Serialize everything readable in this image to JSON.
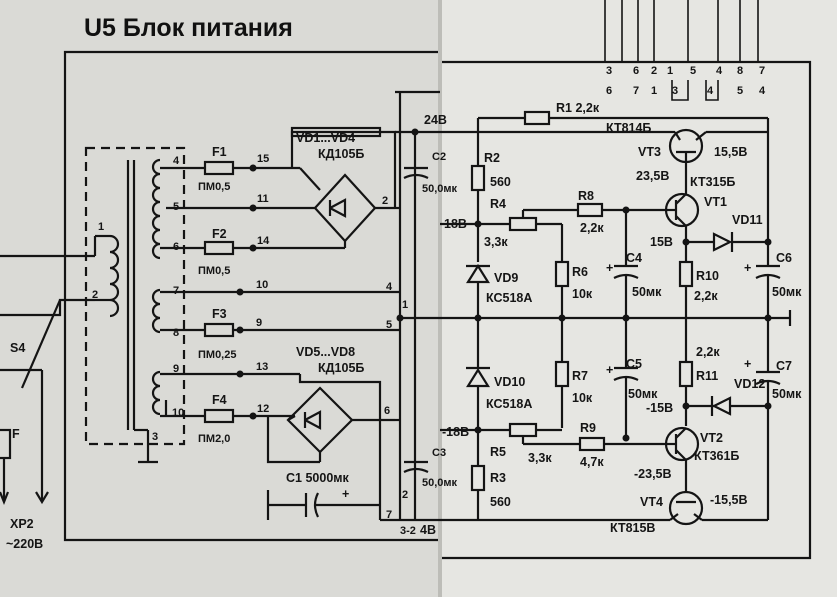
{
  "title": "U5 Блок питания",
  "connector_top": {
    "pins_upper": [
      "3",
      "6",
      "2",
      "1",
      "5",
      "4",
      "8",
      "7"
    ],
    "pins_lower": [
      "6",
      "7",
      "1",
      "3",
      "4",
      "5",
      "4"
    ]
  },
  "transformer": {
    "pins": [
      "1",
      "2",
      "3",
      "4",
      "5",
      "6",
      "7",
      "8",
      "9",
      "10"
    ]
  },
  "fuses": [
    {
      "ref": "F1",
      "rating": "ПМ0,5"
    },
    {
      "ref": "F2",
      "rating": "ПМ0,5"
    },
    {
      "ref": "F3",
      "rating": "ПМ0,25"
    },
    {
      "ref": "F4",
      "rating": "ПМ2,0"
    }
  ],
  "net_numbers": [
    "15",
    "11",
    "14",
    "10",
    "9",
    "13",
    "12"
  ],
  "bridges": [
    {
      "ref": "VD1...VD4",
      "type": "КД105Б",
      "out": "2"
    },
    {
      "ref": "VD5...VD8",
      "type": "КД105Б",
      "out": "6"
    }
  ],
  "caps": [
    {
      "ref": "C1",
      "value": "5000мк"
    },
    {
      "ref": "C2",
      "value": "50,0мк"
    },
    {
      "ref": "C3",
      "value": "50,0мк"
    },
    {
      "ref": "C4",
      "value": "50мк"
    },
    {
      "ref": "C5",
      "value": "50мк"
    },
    {
      "ref": "C6",
      "value": "50мк"
    },
    {
      "ref": "C7",
      "value": "50мк"
    }
  ],
  "resistors": [
    {
      "ref": "R1",
      "value": "2,2к"
    },
    {
      "ref": "R2",
      "value": "560"
    },
    {
      "ref": "R3",
      "value": "560"
    },
    {
      "ref": "R4",
      "value": "3,3к"
    },
    {
      "ref": "R5",
      "value": "3,3к"
    },
    {
      "ref": "R6",
      "value": "10к"
    },
    {
      "ref": "R7",
      "value": "10к"
    },
    {
      "ref": "R8",
      "value": "2,2к"
    },
    {
      "ref": "R9",
      "value": "4,7к"
    },
    {
      "ref": "R10",
      "value": "2,2к"
    },
    {
      "ref": "R11",
      "value": "2,2к"
    }
  ],
  "zeners": [
    {
      "ref": "VD9",
      "type": "КС518А"
    },
    {
      "ref": "VD10",
      "type": "КС518А"
    }
  ],
  "diodes": [
    "VD11",
    "VD12"
  ],
  "transistors": [
    {
      "ref": "VT1",
      "type": "КТ315Б"
    },
    {
      "ref": "VT2",
      "type": "КТ361Б"
    },
    {
      "ref": "VT3",
      "type": "КТ814Б"
    },
    {
      "ref": "VT4",
      "type": "КТ815В"
    }
  ],
  "voltages": [
    "24В",
    "18В",
    "-18В",
    "15,5В",
    "23,5В",
    "15В",
    "-15В",
    "-23,5В",
    "-15,5В",
    "4В"
  ],
  "terminals": [
    "1",
    "2",
    "3",
    "4",
    "5",
    "6",
    "7",
    "3-2"
  ],
  "left_side": {
    "switch": "S4",
    "fuse": "F",
    "plug": "ХР2",
    "mains": "~220В"
  }
}
